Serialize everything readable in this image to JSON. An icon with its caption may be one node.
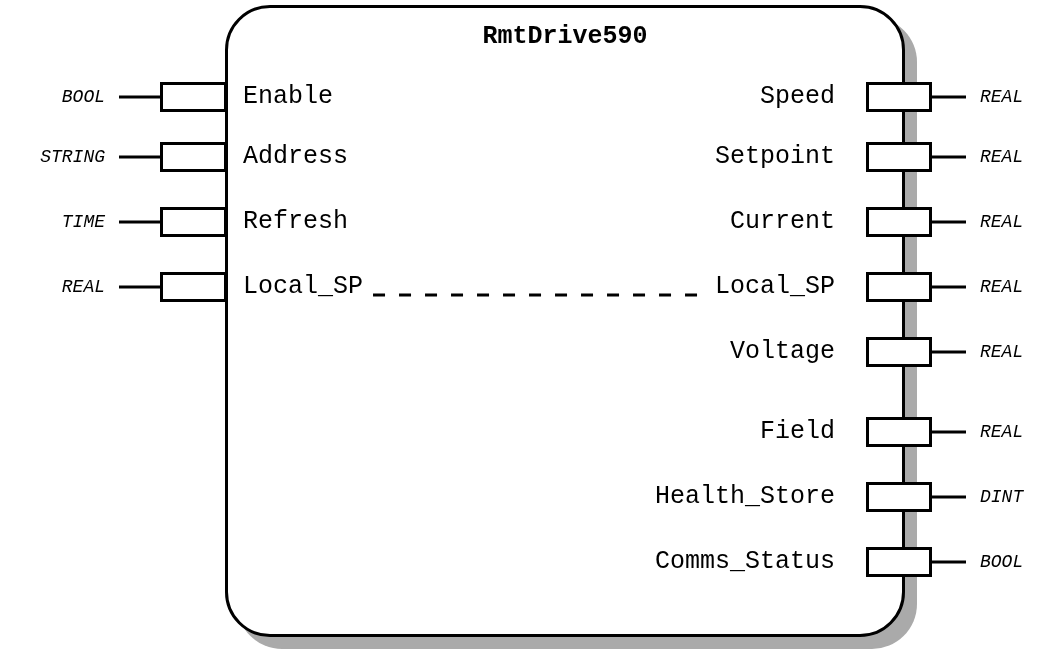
{
  "diagram": {
    "nodes": [
      {
        "text": [
          "RmtDrive590"
        ]
      },
      {
        "text": [
          "BOOL"
        ]
      },
      {
        "text": [],
        "shape": "box"
      },
      {
        "text": [
          "STRING"
        ]
      },
      {
        "text": [],
        "shape": "box"
      },
      {
        "text": [
          "TIME"
        ]
      },
      {
        "text": [],
        "shape": "box"
      },
      {
        "text": [
          "REAL"
        ]
      },
      {
        "text": [],
        "shape": "box"
      },
      {
        "text": [],
        "shape": "box"
      },
      {
        "text": [
          "REAL"
        ]
      },
      {
        "text": [],
        "shape": "box"
      },
      {
        "text": [
          "REAL"
        ]
      },
      {
        "text": [],
        "shape": "box"
      },
      {
        "text": [
          "REAL"
        ]
      },
      {
        "text": [],
        "shape": "box"
      },
      {
        "text": [
          "REAL"
        ]
      },
      {
        "text": [],
        "shape": "box"
      },
      {
        "text": [
          "REAL"
        ]
      },
      {
        "text": [],
        "shape": "box"
      },
      {
        "text": [
          "REAL"
        ]
      },
      {
        "text": [],
        "shape": "box"
      },
      {
        "text": [
          "DINT"
        ]
      },
      {
        "text": [],
        "shape": "box"
      },
      {
        "text": [
          "BOOL"
        ]
      },
      {
        "text": [
          "Local_SP"
        ],
        "in": 0
      },
      {
        "text": [
          "Local_SP"
        ],
        "in": 0
      }
    ],
    "edges": [
      {
        "from": 1,
        "to": 2,
        "arrow": "none"
      },
      {
        "from": 3,
        "to": 4,
        "arrow": "none"
      },
      {
        "from": 5,
        "to": 6,
        "arrow": "none"
      },
      {
        "from": 7,
        "to": 8,
        "arrow": "none"
      },
      {
        "from": 9,
        "to": 10,
        "arrow": "none"
      },
      {
        "from": 11,
        "to": 12,
        "arrow": "none"
      },
      {
        "from": 13,
        "to": 14,
        "arrow": "none"
      },
      {
        "from": 15,
        "to": 16,
        "arrow": "none"
      },
      {
        "from": 17,
        "to": 18,
        "arrow": "none"
      },
      {
        "from": 19,
        "to": 20,
        "arrow": "none"
      },
      {
        "from": 21,
        "to": 22,
        "arrow": "none"
      },
      {
        "from": 23,
        "to": 24,
        "arrow": "none"
      },
      {
        "from": 25,
        "to": 26,
        "arrow": "none",
        "style": "dashed"
      }
    ],
    "labels": [
      "Enable",
      "Speed",
      "Address",
      "Setpoint",
      "Refresh",
      "Current",
      "Voltage",
      "Field",
      "Health_Store",
      "Comms_Status"
    ]
  }
}
